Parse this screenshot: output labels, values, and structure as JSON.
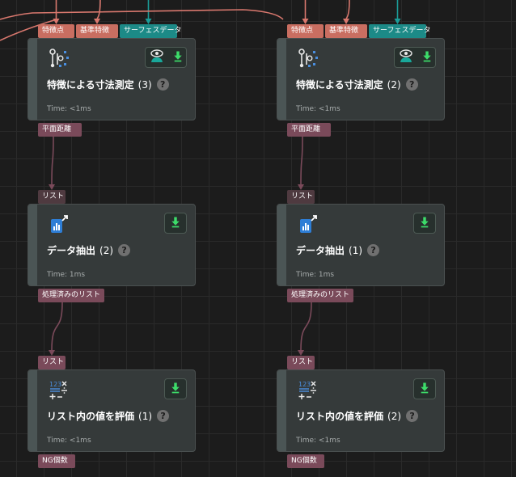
{
  "columns": [
    {
      "nodes": [
        {
          "type": "measure",
          "title": "特徴による寸法測定",
          "count": "(3)",
          "time": "Time: <1ms",
          "inputs": [
            "特徴点",
            "基準特徴",
            "サーフェスデータ"
          ],
          "input_kinds": [
            "in",
            "in",
            "surf"
          ],
          "outputs": [
            "平面距離"
          ]
        },
        {
          "type": "extract",
          "title": "データ抽出",
          "count": "(2)",
          "time": "Time: 1ms",
          "inputs": [
            "リスト"
          ],
          "input_kinds": [
            "list"
          ],
          "outputs": [
            "処理済みのリスト"
          ]
        },
        {
          "type": "evaluate",
          "title": "リスト内の値を評価",
          "count": "(1)",
          "time": "Time: <1ms",
          "inputs": [
            "リスト"
          ],
          "input_kinds": [
            "out"
          ],
          "outputs": [
            "NG個数"
          ]
        }
      ]
    },
    {
      "nodes": [
        {
          "type": "measure",
          "title": "特徴による寸法測定",
          "count": "(2)",
          "time": "Time: <1ms",
          "inputs": [
            "特徴点",
            "基準特徴",
            "サーフェスデータ"
          ],
          "input_kinds": [
            "in",
            "in",
            "surf"
          ],
          "outputs": [
            "平面距離"
          ]
        },
        {
          "type": "extract",
          "title": "データ抽出",
          "count": "(1)",
          "time": "Time: 1ms",
          "inputs": [
            "リスト"
          ],
          "input_kinds": [
            "list"
          ],
          "outputs": [
            "処理済みのリスト"
          ]
        },
        {
          "type": "evaluate",
          "title": "リスト内の値を評価",
          "count": "(2)",
          "time": "Time: <1ms",
          "inputs": [
            "リスト"
          ],
          "input_kinds": [
            "out"
          ],
          "outputs": [
            "NG個数"
          ]
        }
      ]
    }
  ],
  "help_label": "?",
  "colors": {
    "input_port": "#c96e61",
    "surface_port": "#1c8a87",
    "output_port": "#7a4a5a",
    "wire_salmon": "#d9786e",
    "wire_teal": "#1b9c98",
    "wire_purple": "#7a4a5a",
    "download_green": "#3ddc6a",
    "eye_teal": "#19a89a"
  }
}
